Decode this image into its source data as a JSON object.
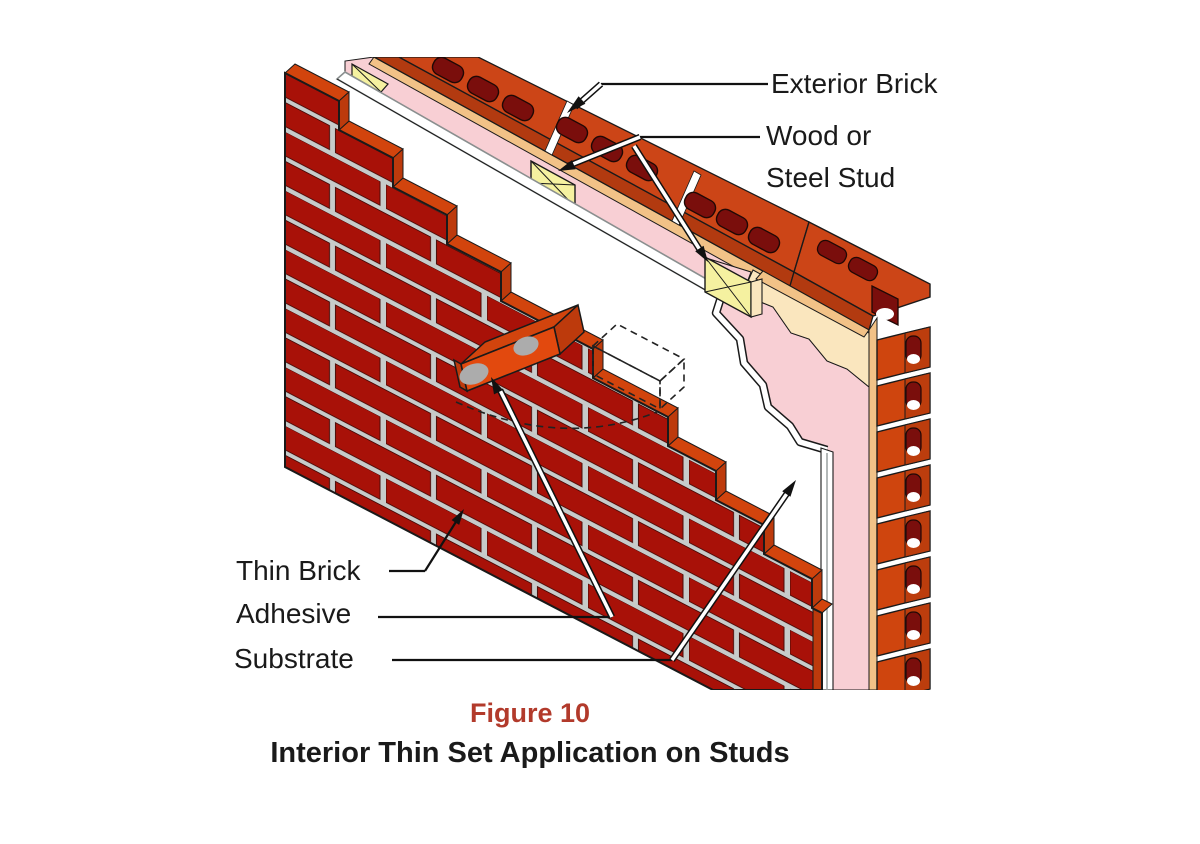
{
  "annotations": {
    "exterior_brick": "Exterior Brick",
    "wood_or": "Wood or",
    "steel_stud": "Steel Stud",
    "thin_brick": "Thin Brick",
    "adhesive": "Adhesive",
    "substrate": "Substrate"
  },
  "caption": {
    "figure_label": "Figure 10",
    "title": "Interior Thin Set Application on Studs"
  },
  "colors": {
    "mortar": "#C7CBCA",
    "brick": "#A81108",
    "brickEdge": "#4A0A06",
    "orangeTop": "#D2440D",
    "orangeEnd": "#BD3A0C",
    "orangeFace": "#E2490E",
    "extTop": "#CC4517",
    "extLip": "#B23A10",
    "hole": "#7A0E0C",
    "pink": "#F8CFD4",
    "tan": "#F2C287",
    "yellow": "#F5F1A0",
    "cream": "#FAE6BE",
    "adhesive": "#ACACAC",
    "outline": "#1A1A1A",
    "captionRed": "#B23A2B",
    "colFace": "#CF450E",
    "colSide": "#BC3D0D",
    "white": "#FFFFFF"
  }
}
